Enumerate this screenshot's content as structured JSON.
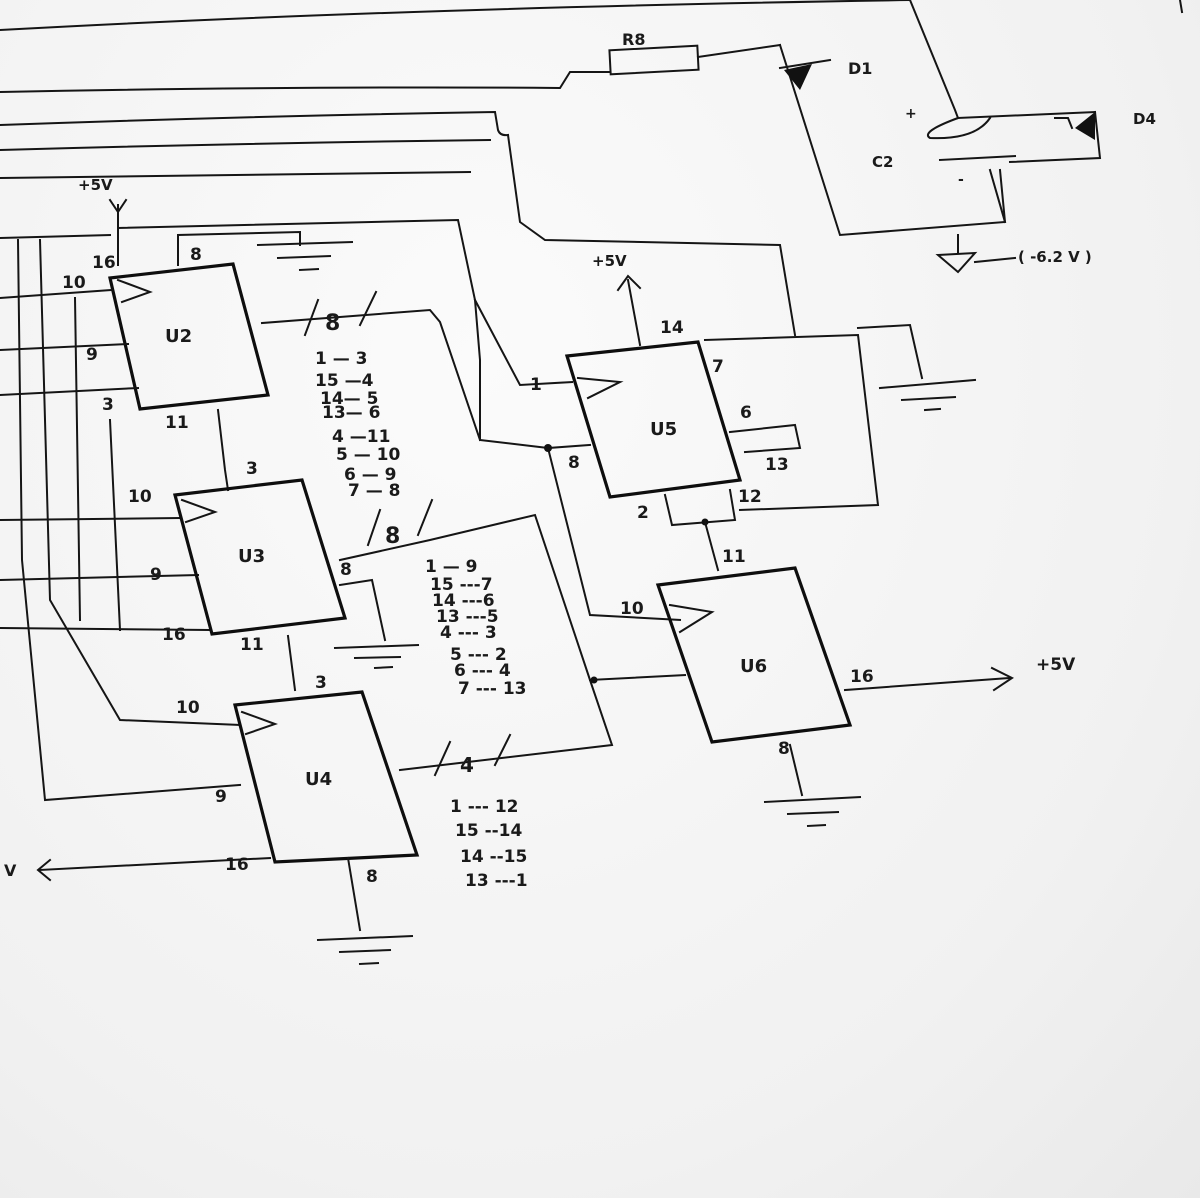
{
  "colors": {
    "ink": "#151515",
    "paper": "#f4f4f4"
  },
  "components": {
    "r8": "R8",
    "d1": "D1",
    "d4": "D4",
    "c2": "C2",
    "c2_plus": "+",
    "c2_minus": "-",
    "neg_rail": "( -6.2 V )"
  },
  "power": {
    "vcc_u2": "+5V",
    "vcc_u5": "+5V",
    "vcc_u6": "+5V",
    "vcc_left": "V"
  },
  "chips": {
    "u2": {
      "name": "U2",
      "p16": "16",
      "p8": "8",
      "p10": "10",
      "p9": "9",
      "p3": "3",
      "p11": "11"
    },
    "u3": {
      "name": "U3",
      "p3": "3",
      "p10": "10",
      "p9": "9",
      "p16": "16",
      "p11": "11",
      "p8": "8"
    },
    "u4": {
      "name": "U4",
      "p3": "3",
      "p10": "10",
      "p9": "9",
      "p16": "16",
      "p8": "8"
    },
    "u5": {
      "name": "U5",
      "p14": "14",
      "p1": "1",
      "p8": "8",
      "p7": "7",
      "p6": "6",
      "p13": "13",
      "p12": "12",
      "p2": "2"
    },
    "u6": {
      "name": "U6",
      "p11": "11",
      "p10": "10",
      "p16": "16",
      "p8": "8"
    }
  },
  "buses": {
    "bus1": "8",
    "bus2": "8",
    "bus3": "4"
  },
  "mappings": {
    "map1": [
      "1 — 3",
      "15 —4",
      "14— 5",
      "13— 6",
      "4 —11",
      "5 — 10",
      "6 — 9",
      "7 — 8"
    ],
    "map2": [
      "1 — 9",
      "15 ---7",
      "14 ---6",
      "13 ---5",
      "4 --- 3",
      "5 --- 2",
      "6 --- 4",
      "7 --- 13"
    ],
    "map3": [
      "1 --- 12",
      "15 --14",
      "14 --15",
      "13 ---1"
    ]
  }
}
